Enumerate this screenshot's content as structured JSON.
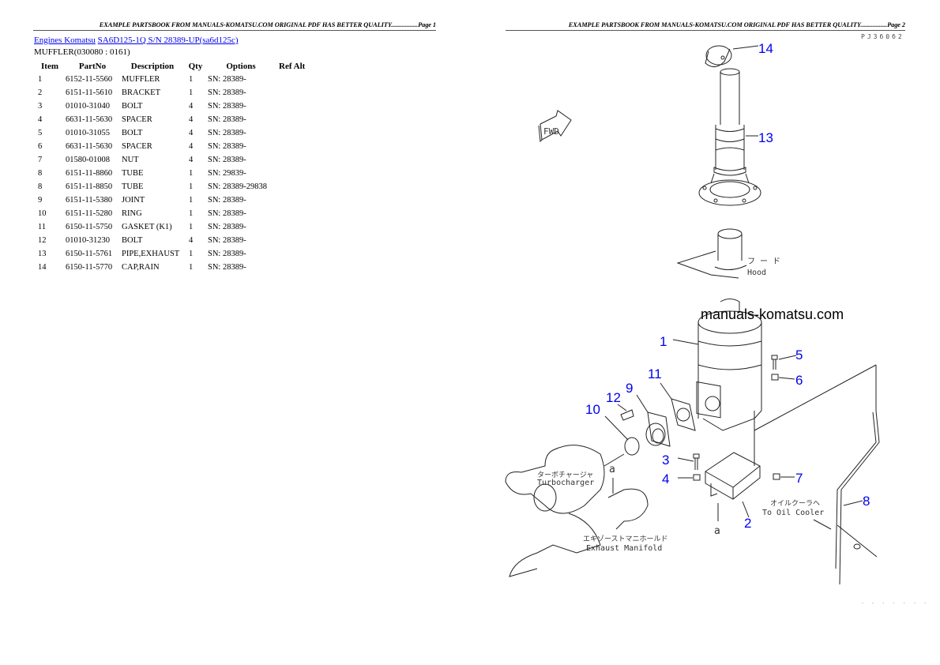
{
  "pages": [
    {
      "header": "EXAMPLE PARTSBOOK FROM MANUALS-KOMATSU.COM ORIGINAL PDF HAS BETTER QUALITY.................Page 1"
    },
    {
      "header": "EXAMPLE PARTSBOOK FROM MANUALS-KOMATSU.COM ORIGINAL PDF HAS BETTER QUALITY.................Page 2"
    }
  ],
  "breadcrumb": {
    "link1": "Engines Komatsu",
    "link2": "SA6D125-1Q S/N 28389-UP(sa6d125c)"
  },
  "section_title": "MUFFLER(030080 : 0161)",
  "table": {
    "headers": [
      "Item",
      "PartNo",
      "Description",
      "Qty",
      "Options",
      "Ref Alt"
    ],
    "rows": [
      {
        "item": "1",
        "partno": "6152-11-5560",
        "desc": "MUFFLER",
        "qty": "1",
        "options": "SN: 28389-",
        "refalt": ""
      },
      {
        "item": "2",
        "partno": "6151-11-5610",
        "desc": "BRACKET",
        "qty": "1",
        "options": "SN: 28389-",
        "refalt": ""
      },
      {
        "item": "3",
        "partno": "01010-31040",
        "desc": "BOLT",
        "qty": "4",
        "options": "SN: 28389-",
        "refalt": ""
      },
      {
        "item": "4",
        "partno": "6631-11-5630",
        "desc": "SPACER",
        "qty": "4",
        "options": "SN: 28389-",
        "refalt": ""
      },
      {
        "item": "5",
        "partno": "01010-31055",
        "desc": "BOLT",
        "qty": "4",
        "options": "SN: 28389-",
        "refalt": ""
      },
      {
        "item": "6",
        "partno": "6631-11-5630",
        "desc": "SPACER",
        "qty": "4",
        "options": "SN: 28389-",
        "refalt": ""
      },
      {
        "item": "7",
        "partno": "01580-01008",
        "desc": "NUT",
        "qty": "4",
        "options": "SN: 28389-",
        "refalt": ""
      },
      {
        "item": "8",
        "partno": "6151-11-8860",
        "desc": "TUBE",
        "qty": "1",
        "options": "SN: 29839-",
        "refalt": ""
      },
      {
        "item": "8",
        "partno": "6151-11-8850",
        "desc": "TUBE",
        "qty": "1",
        "options": "SN: 28389-29838",
        "refalt": ""
      },
      {
        "item": "9",
        "partno": "6151-11-5380",
        "desc": "JOINT",
        "qty": "1",
        "options": "SN: 28389-",
        "refalt": ""
      },
      {
        "item": "10",
        "partno": "6151-11-5280",
        "desc": "RING",
        "qty": "1",
        "options": "SN: 28389-",
        "refalt": ""
      },
      {
        "item": "11",
        "partno": "6150-11-5750",
        "desc": "GASKET (K1)",
        "qty": "1",
        "options": "SN: 28389-",
        "refalt": ""
      },
      {
        "item": "12",
        "partno": "01010-31230",
        "desc": "BOLT",
        "qty": "4",
        "options": "SN: 28389-",
        "refalt": ""
      },
      {
        "item": "13",
        "partno": "6150-11-5761",
        "desc": "PIPE,EXHAUST",
        "qty": "1",
        "options": "SN: 28389-",
        "refalt": ""
      },
      {
        "item": "14",
        "partno": "6150-11-5770",
        "desc": "CAP,RAIN",
        "qty": "1",
        "options": "SN: 28389-",
        "refalt": ""
      }
    ]
  },
  "diagram": {
    "drawing_id": "PJ3б0б2",
    "footer_id": "- - - - - - -",
    "watermark": "manuals-komatsu.com",
    "fwd_label": "FWD",
    "callouts": [
      "1",
      "2",
      "3",
      "4",
      "5",
      "6",
      "7",
      "8",
      "9",
      "10",
      "11",
      "12",
      "13",
      "14"
    ],
    "labels": {
      "hood_jp": "フ ー ド",
      "hood_en": "Hood",
      "turbo_jp": "ターボチャージャ",
      "turbo_en": "Turbocharger",
      "manifold_jp": "エキゾーストマニホールド",
      "manifold_en": "Exhaust Manifold",
      "oilcooler_jp": "オイルクーラヘ",
      "oilcooler_en": "To Oil Cooler",
      "ref_a": "a"
    }
  }
}
